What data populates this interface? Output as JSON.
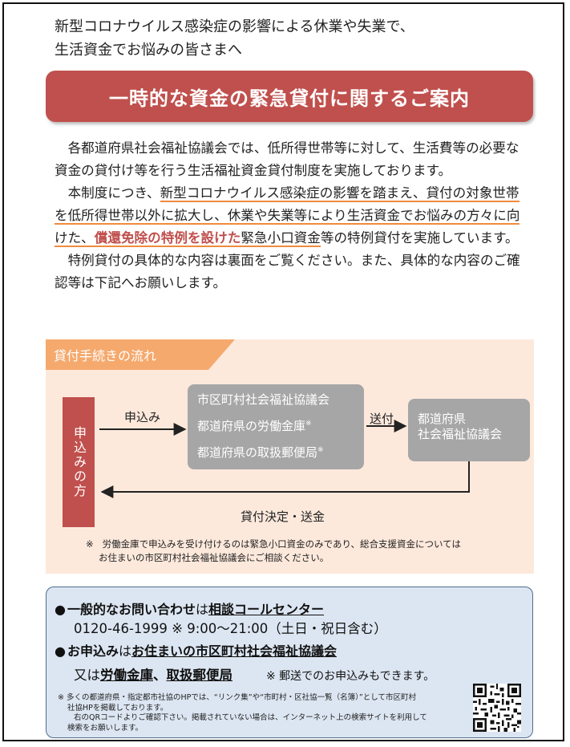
{
  "intro": {
    "line1": "新型コロナウイルス感染症の影響による休業や失業で、",
    "line2": "生活資金でお悩みの皆さまへ"
  },
  "banner": {
    "title": "一時的な資金の緊急貸付に関するご案内"
  },
  "body": {
    "p1": "各都道府県社会福祉協議会では、低所得世帯等に対して、生活費等の必要な資金の貸付け等を行う生活福祉資金貸付制度を実施しております。",
    "p2_a": "本制度につき、",
    "p2_u1": "新型コロナウイルス感染症の影響を踏まえ、貸付の対象世帯を低所得世帯以外に拡大し、休業や失業等により生活資金でお悩みの方々に向けた、",
    "p2_em": "償還免除の特例を設けた",
    "p2_u2": "緊急小口資金",
    "p2_b": "等の特例貸付を実施しています。",
    "p3": "特例貸付の具体的な内容は裏面をご覧ください。また、具体的な内容のご確認等は下記へお願いします。"
  },
  "flow": {
    "tab_label": "貸付手続きの流れ",
    "applicant": "申込みの方",
    "apply_label": "申込み",
    "mid_items": [
      "市区町村社会福祉協議会",
      "都道府県の労働金庫",
      "都道府県の取扱郵便局"
    ],
    "mark": "※",
    "send_label": "送付",
    "right_line1": "都道府県",
    "right_line2": "社会福祉協議会",
    "decision_label": "貸付決定・送金",
    "note_mark": "※",
    "note_line1": "労働金庫で申込みを受け付けるのは緊急小口資金のみであり、総合支援資金については",
    "note_line2": "お住まいの市区町村社会福祉協議会にご相談ください。"
  },
  "contact": {
    "bullet": "●",
    "l1_a": "一般的なお問い合わせ",
    "l1_b": "は",
    "l1_c": "相談コールセンター",
    "phone": "0120-46-1999 ※ 9:00〜21:00（土日・祝日含む）",
    "l3_a": "お申込み",
    "l3_b": "は",
    "l3_c": "お住まいの市区町村社会福祉協議会",
    "l4_a": "又は",
    "l4_b": "労働金庫",
    "l4_c": "、",
    "l4_d": "取扱郵便局",
    "l4_mail": "※ 郵送でのお申込みもできます。",
    "note1": "※ 多くの都道府県・指定都市社協のHPでは、“リンク集”や“市町村・区社協一覧（名簿）”として市区町村",
    "note2": "社協HPを掲載しております。",
    "note3": "右のQRコードよりご確認下さい。掲載されていない場合は、インターネット上の検索サイトを利用して",
    "note4": "検索をお願いします。"
  },
  "colors": {
    "banner": "#c0504d",
    "accent_orange": "#f5a96d",
    "flow_bg": "#fde9dc",
    "contact_bg": "#dce6f2",
    "grey_box": "#a6a6a6"
  },
  "icons": {
    "qr": "qr-code-icon"
  }
}
